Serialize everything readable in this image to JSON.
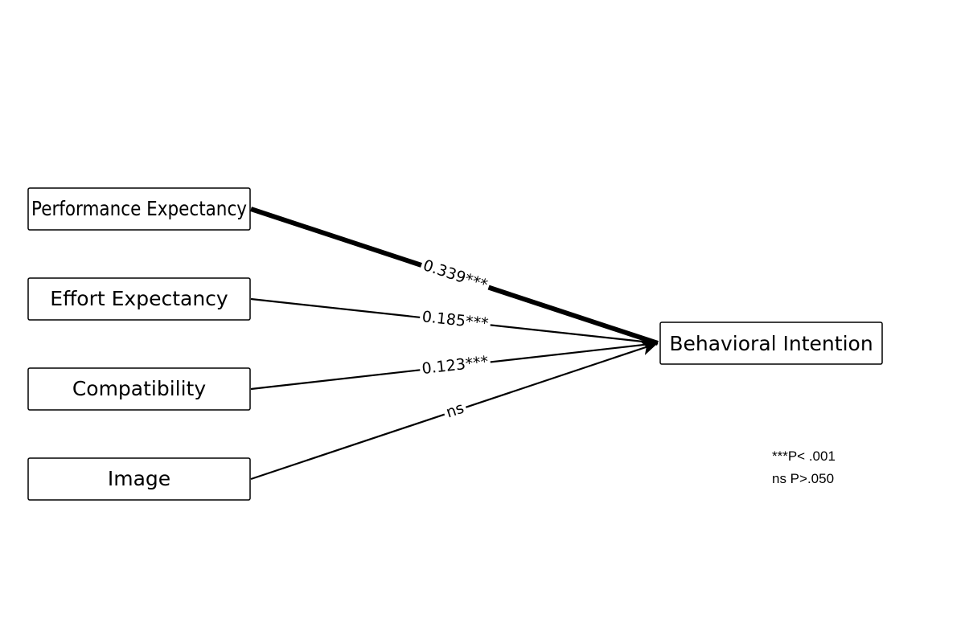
{
  "nodes": {
    "performance_expectancy": "Performance Expectancy",
    "effort_expectancy": "Effort Expectancy",
    "compatibility": "Compatibility",
    "image": "Image",
    "behavioral_intention": "Behavioral Intention"
  },
  "paths": {
    "performance_expectancy": "0.339***",
    "effort_expectancy": "0.185***",
    "compatibility": "0.123***",
    "image": "ns"
  },
  "legend": {
    "line1": "***P< .001",
    "line2": "ns P>.050"
  }
}
